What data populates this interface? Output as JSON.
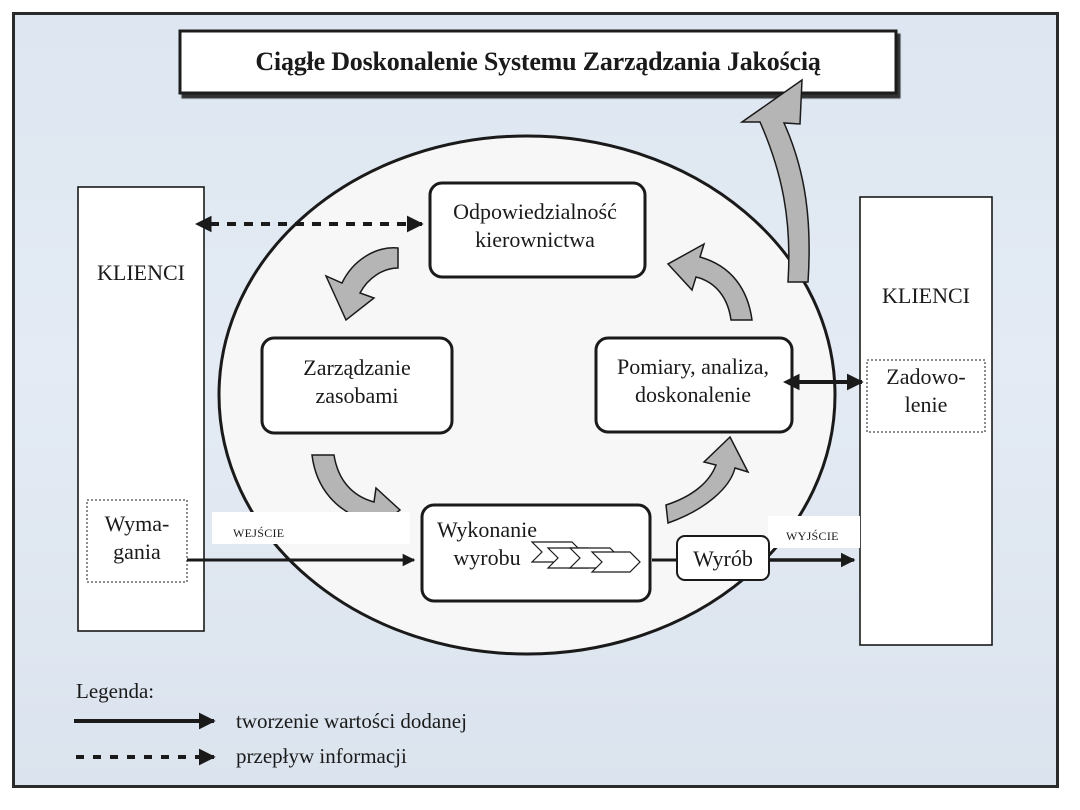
{
  "title": "Ciągłe Doskonalenie Systemu Zarządzania Jakością",
  "customers_left": {
    "label": "KLIENCI",
    "requirements_line1": "Wyma-",
    "requirements_line2": "gania"
  },
  "customers_right": {
    "label": "KLIENCI",
    "satisfaction_line1": "Zadowo-",
    "satisfaction_line2": "lenie"
  },
  "processes": {
    "management_line1": "Odpowiedzialność",
    "management_line2": "kierownictwa",
    "resources_line1": "Zarządzanie",
    "resources_line2": "zasobami",
    "measurement_line1": "Pomiary, analiza,",
    "measurement_line2": "doskonalenie",
    "realization_line1": "Wykonanie",
    "realization_line2": "wyrobu"
  },
  "product": "Wyrób",
  "input_label": "WEJŚCIE",
  "output_label": "WYJŚCIE",
  "legend": {
    "title": "Legenda:",
    "solid": "tworzenie wartości dodanej",
    "dotted": "przepływ informacji"
  },
  "colors": {
    "frame_background": "#dde6f1",
    "curved_arrow_fill": "#b5b5b5",
    "ink": "#1a1a1a"
  }
}
